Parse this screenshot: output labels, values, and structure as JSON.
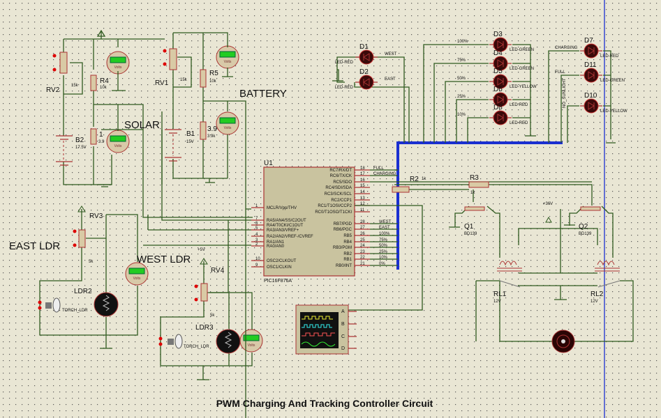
{
  "title": "PWM Charging And Tracking Controller Circuit",
  "colors": {
    "background": "#e9e6d4",
    "wire": "#2f5a1f",
    "bus": "#1a2fd0",
    "pin": "#aa3333",
    "meter_display": "#22cc22"
  },
  "labels": {
    "solar": "SOLAR",
    "battery": "BATTERY",
    "east_ldr": "EAST LDR",
    "west_ldr": "WEST LDR",
    "plus5v": "+5V",
    "plus36v": "+36V"
  },
  "components": {
    "rv2": {
      "name": "RV2",
      "value": "15k"
    },
    "rv1": {
      "name": "RV1",
      "value": "15k"
    },
    "rv3": {
      "name": "RV3",
      "value": "5k"
    },
    "rv4": {
      "name": "RV4",
      "value": "5k"
    },
    "r4": {
      "name": "R4",
      "value": "10k"
    },
    "r5": {
      "name": "R5",
      "value": "10k"
    },
    "r1": {
      "name": "1",
      "value": "3.9"
    },
    "r39": {
      "name": "3.9",
      "value": "3.9k"
    },
    "b2": {
      "name": "B2",
      "value": "17.5V"
    },
    "b1": {
      "name": "B1",
      "value": "15V"
    },
    "r2": {
      "name": "R2",
      "value": "1k"
    },
    "r3": {
      "name": "R3",
      "value": "1k"
    },
    "q1": {
      "name": "Q1",
      "value": "BD139"
    },
    "q2": {
      "name": "Q2",
      "value": "BD139"
    },
    "rl1": {
      "name": "RL1",
      "value": "12V"
    },
    "rl2": {
      "name": "RL2",
      "value": "12V"
    },
    "ldr2": {
      "name": "LDR2",
      "torch": "TORCH_LDR"
    },
    "ldr3": {
      "name": "LDR3",
      "torch": "TORCH_LDR"
    },
    "meter_unit": "Volts"
  },
  "leds": [
    {
      "name": "D1",
      "type": "LED-RED",
      "net": "WEST"
    },
    {
      "name": "D2",
      "type": "LED-RED",
      "net": "EAST"
    },
    {
      "name": "D3",
      "type": "LED-GREEN",
      "net": "100%"
    },
    {
      "name": "D4",
      "type": "LED-GREEN",
      "net": "75%"
    },
    {
      "name": "D5",
      "type": "LED-YELLOW",
      "net": "50%"
    },
    {
      "name": "D6",
      "type": "LED-RED",
      "net": "25%"
    },
    {
      "name": "D8",
      "type": "LED-RED",
      "net": "10%"
    },
    {
      "name": "D7",
      "type": "LED-RED",
      "net": "CHARGING"
    },
    {
      "name": "D11",
      "type": "LED-GREEN",
      "net": "FULL"
    },
    {
      "name": "D10",
      "type": "LED-YELLOW",
      "net": "NO_SUNLIGHT"
    }
  ],
  "mcu": {
    "name": "U1",
    "part": "PIC16F876A",
    "left_pins": [
      {
        "num": "1",
        "label": "MCLR/Vpp/THV"
      },
      {
        "num": "7",
        "label": "RA5/AN4/SS/C2OUT"
      },
      {
        "num": "6",
        "label": "RA4/T0CKI/C1OUT"
      },
      {
        "num": "5",
        "label": "RA3/AN3/VREF+"
      },
      {
        "num": "4",
        "label": "RA2/AN2/VREF-/CVREF"
      },
      {
        "num": "3",
        "label": "RA1/AN1"
      },
      {
        "num": "2",
        "label": "RA0/AN0"
      },
      {
        "num": "10",
        "label": "OSC2/CLKOUT"
      },
      {
        "num": "9",
        "label": "OSC1/CLKIN"
      }
    ],
    "right_pins": [
      {
        "num": "18",
        "label": "RC7/RX/DT",
        "net": "FULL"
      },
      {
        "num": "17",
        "label": "RC6/TX/CK",
        "net": "CHARGING"
      },
      {
        "num": "16",
        "label": "RC5/SDO",
        "net": ""
      },
      {
        "num": "15",
        "label": "RC4/SDI/SDA",
        "net": ""
      },
      {
        "num": "14",
        "label": "RC3/SCK/SCL",
        "net": ""
      },
      {
        "num": "13",
        "label": "RC2/CCP1",
        "net": ""
      },
      {
        "num": "12",
        "label": "RC1/T1OSI/CCP2",
        "net": ""
      },
      {
        "num": "11",
        "label": "RC0/T1OSO/T1CKI",
        "net": ""
      },
      {
        "num": "28",
        "label": "RB7/PGD",
        "net": "WEST"
      },
      {
        "num": "27",
        "label": "RB6/PGC",
        "net": "EAST"
      },
      {
        "num": "26",
        "label": "RB5",
        "net": "100%"
      },
      {
        "num": "25",
        "label": "RB4",
        "net": "75%"
      },
      {
        "num": "24",
        "label": "RB3/PGM",
        "net": "50%"
      },
      {
        "num": "23",
        "label": "RB2",
        "net": "25%"
      },
      {
        "num": "22",
        "label": "RB1",
        "net": "10%"
      },
      {
        "num": "21",
        "label": "RB0/INT",
        "net": "0%"
      }
    ]
  },
  "oscilloscope": {
    "channels": [
      "A",
      "B",
      "C",
      "D"
    ]
  }
}
